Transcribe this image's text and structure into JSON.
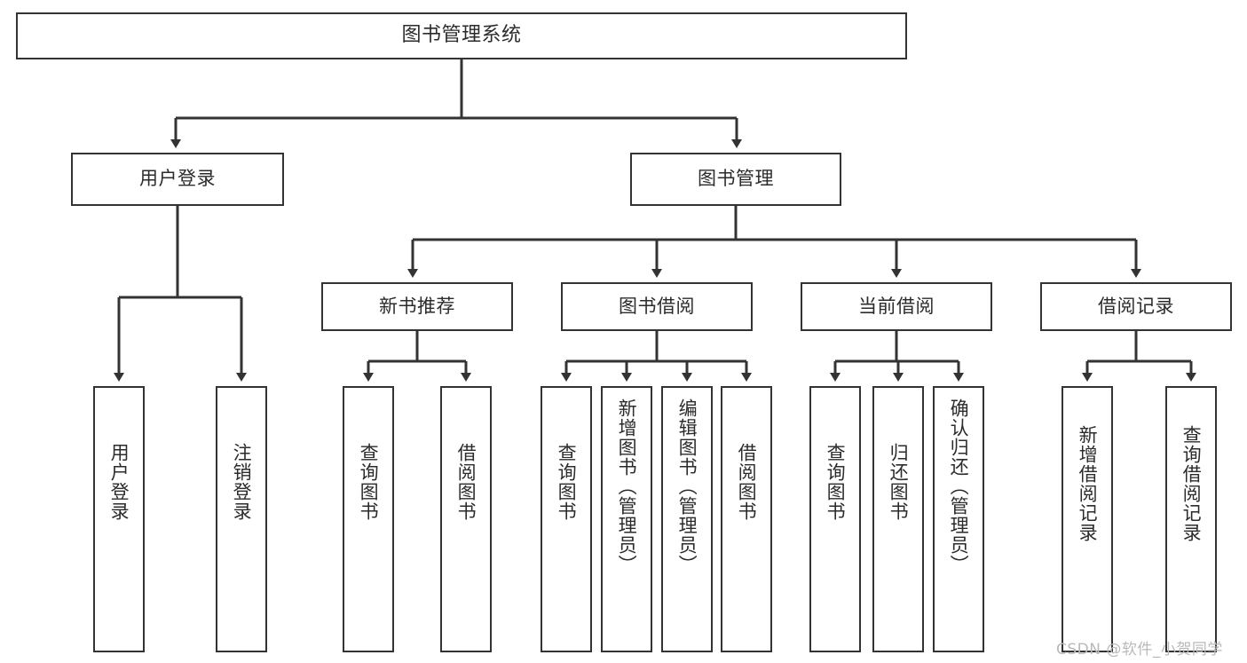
{
  "diagram": {
    "title": "图书管理系统",
    "type": "tree-hierarchy",
    "root": {
      "label": "图书管理系统"
    },
    "level2": [
      {
        "label": "用户登录"
      },
      {
        "label": "图书管理"
      }
    ],
    "level3": [
      {
        "label": "新书推荐"
      },
      {
        "label": "图书借阅"
      },
      {
        "label": "当前借阅"
      },
      {
        "label": "借阅记录"
      }
    ],
    "leaves": {
      "user_login": [
        {
          "label": "用户登录"
        },
        {
          "label": "注销登录"
        }
      ],
      "new_book_recommend": [
        {
          "label": "查询图书"
        },
        {
          "label": "借阅图书"
        }
      ],
      "book_borrow": [
        {
          "label": "查询图书"
        },
        {
          "label": "新增图书（管理员）"
        },
        {
          "label": "编辑图书（管理员）"
        },
        {
          "label": "借阅图书"
        }
      ],
      "current_borrow": [
        {
          "label": "查询图书"
        },
        {
          "label": "归还图书"
        },
        {
          "label": "确认归还（管理员）"
        }
      ],
      "borrow_record": [
        {
          "label": "新增借阅记录"
        },
        {
          "label": "查询借阅记录"
        }
      ]
    }
  },
  "watermark": {
    "text": "CSDN @软件_小贺同学"
  },
  "colors": {
    "stroke": "#333333",
    "box_fill": "#ffffff",
    "text": "#2b2b2b",
    "watermark": "#b9b9b9"
  }
}
